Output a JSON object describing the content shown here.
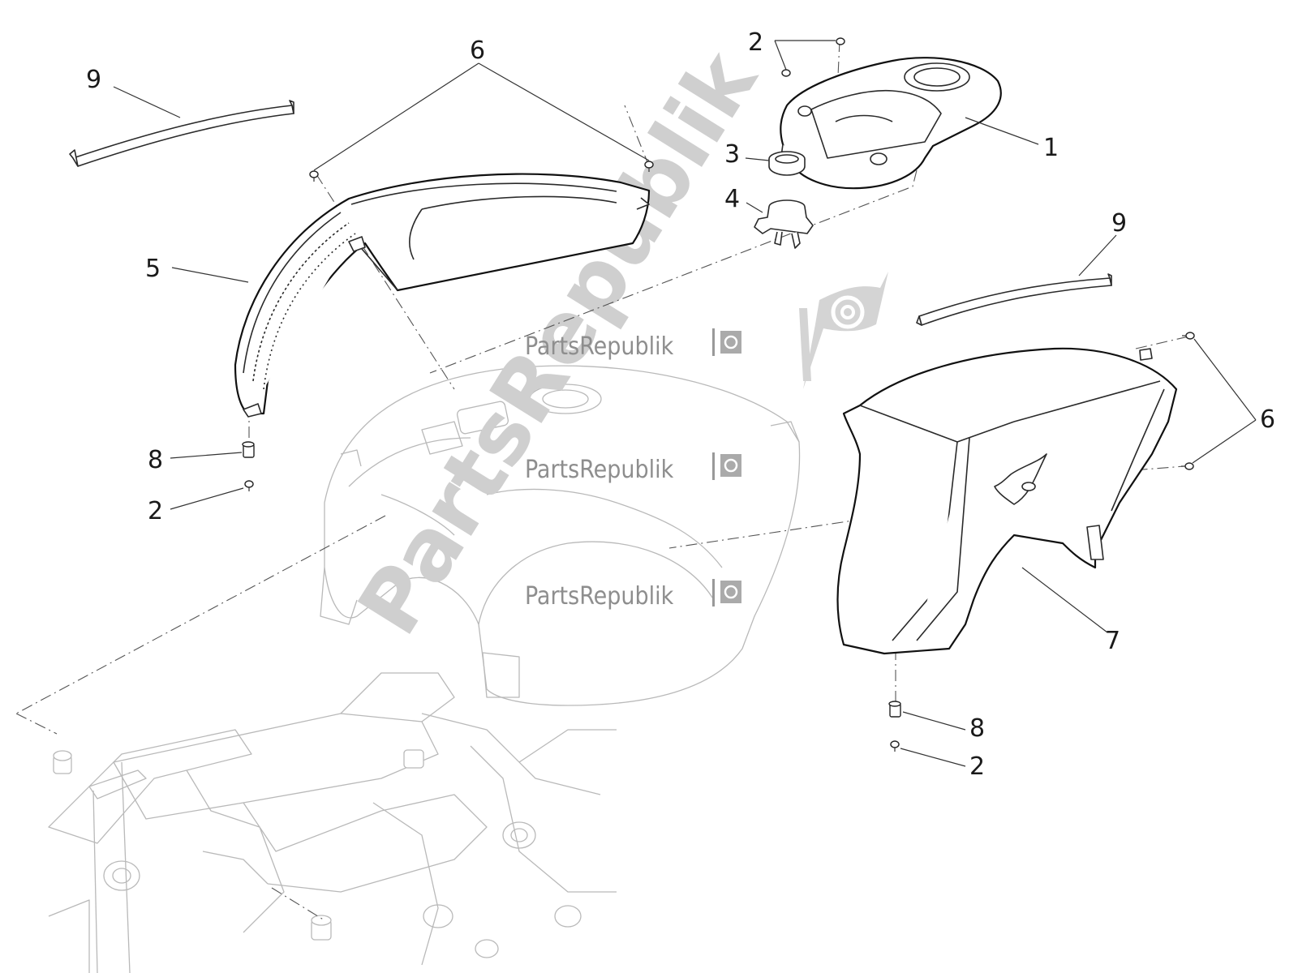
{
  "diagram": {
    "callouts": [
      {
        "id": "c9a",
        "label": "9"
      },
      {
        "id": "c6a",
        "label": "6"
      },
      {
        "id": "c2a",
        "label": "2"
      },
      {
        "id": "c1",
        "label": "1"
      },
      {
        "id": "c3",
        "label": "3"
      },
      {
        "id": "c4",
        "label": "4"
      },
      {
        "id": "c9b",
        "label": "9"
      },
      {
        "id": "c5",
        "label": "5"
      },
      {
        "id": "c6b",
        "label": "6"
      },
      {
        "id": "c8a",
        "label": "8"
      },
      {
        "id": "c2b",
        "label": "2"
      },
      {
        "id": "c7",
        "label": "7"
      },
      {
        "id": "c8b",
        "label": "8"
      },
      {
        "id": "c2c",
        "label": "2"
      }
    ],
    "watermark": {
      "small_text": "PartsRepublik",
      "big_text": "PartsRepublik",
      "logo_icon": "gear-flag-icon",
      "color": "#c8c8c8"
    }
  }
}
